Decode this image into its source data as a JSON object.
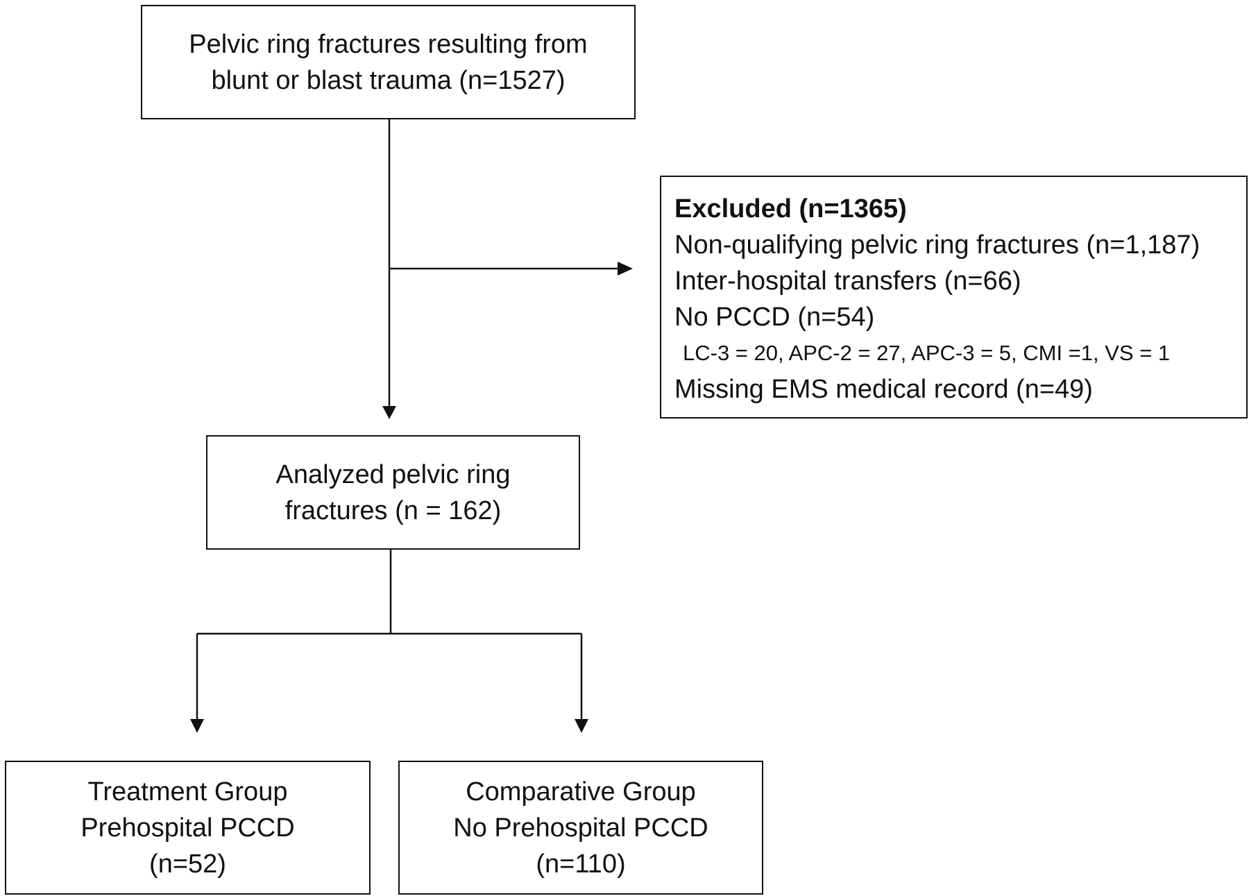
{
  "flowchart": {
    "source_box": {
      "lines": [
        "Pelvic ring fractures resulting from",
        "blunt or blast trauma (n=1527)"
      ]
    },
    "excluded_box": {
      "title": "Excluded (n=1365)",
      "items": [
        "Non-qualifying pelvic ring fractures (n=1,187)",
        "Inter-hospital transfers (n=66)",
        "No PCCD (n=54)"
      ],
      "pccd_breakdown": "LC-3 = 20, APC-2 = 27, APC-3 = 5, CMI =1, VS = 1",
      "last_item": "Missing EMS medical record (n=49)"
    },
    "analyzed_box": {
      "lines": [
        "Analyzed pelvic ring",
        "fractures (n = 162)"
      ]
    },
    "treatment_box": {
      "lines": [
        "Treatment Group",
        "Prehospital PCCD",
        "(n=52)"
      ]
    },
    "comparative_box": {
      "lines": [
        "Comparative Group",
        "No Prehospital PCCD",
        "(n=110)"
      ]
    }
  }
}
